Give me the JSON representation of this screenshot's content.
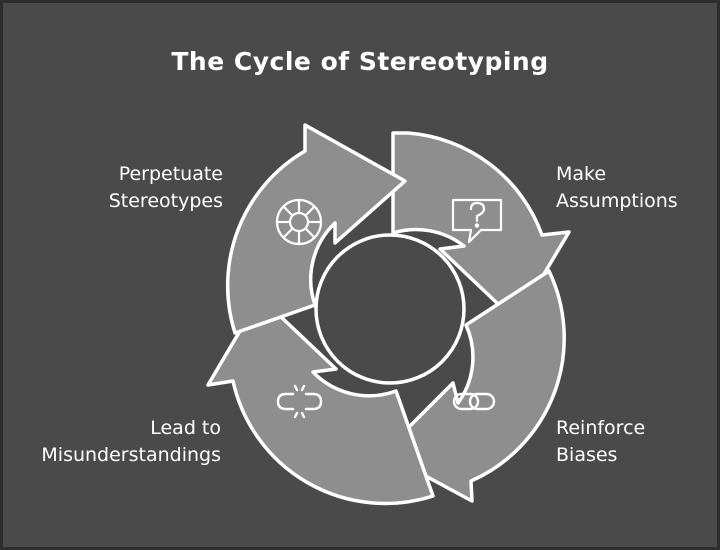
{
  "title": "The Cycle of Stereotyping",
  "steps": [
    {
      "line1": "Make",
      "line2": "Assumptions",
      "icon": "question-bubble-icon"
    },
    {
      "line1": "Reinforce",
      "line2": "Biases",
      "icon": "chain-link-icon"
    },
    {
      "line1": "Lead to",
      "line2": "Misunderstandings",
      "icon": "broken-link-icon"
    },
    {
      "line1": "Perpetuate",
      "line2": "Stereotypes",
      "icon": "cycle-ring-icon"
    }
  ],
  "colors": {
    "background": "#4a4a4a",
    "segment": "#8e8e8e",
    "outline": "#ffffff",
    "text": "#ffffff"
  }
}
